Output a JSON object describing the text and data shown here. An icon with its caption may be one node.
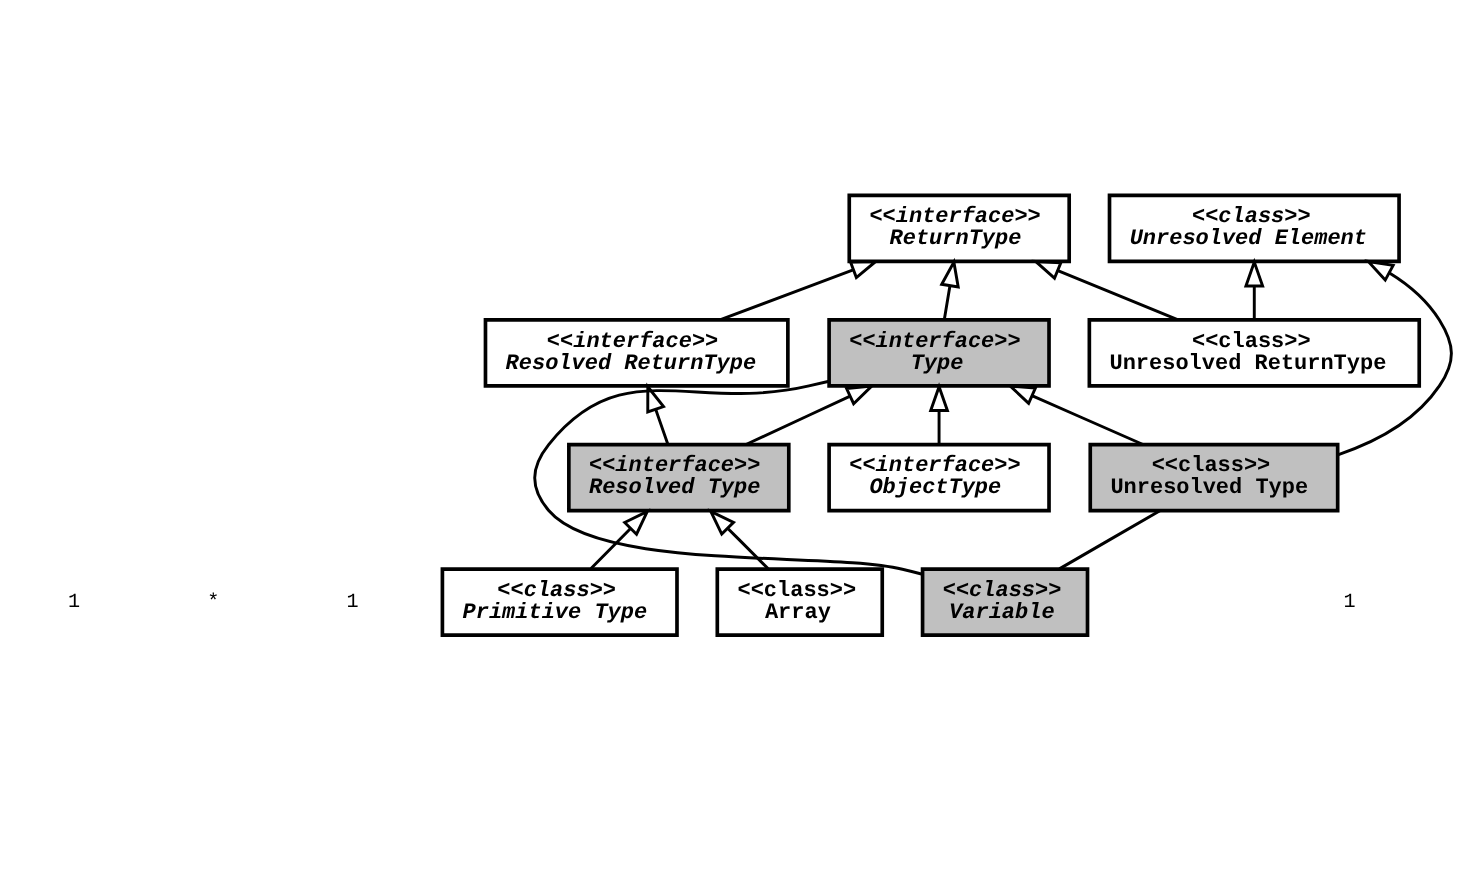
{
  "diagram": {
    "nodes": [
      {
        "text": [
          "<<interface>>",
          "ReturnType"
        ]
      },
      {
        "text": [
          "<<class>>",
          "Unresolved Element"
        ]
      },
      {
        "text": [
          "<<interface>>",
          "Resolved ReturnType"
        ]
      },
      {
        "text": [
          "<<interface>>",
          "Type"
        ]
      },
      {
        "text": [
          "<<class>>",
          "Unresolved ReturnType"
        ]
      },
      {
        "text": [
          "<<interface>>",
          "Resolved Type"
        ]
      },
      {
        "text": [
          "<<interface>>",
          "ObjectType"
        ]
      },
      {
        "text": [
          "<<class>>",
          "Unresolved Type"
        ]
      },
      {
        "text": [
          "<<class>>",
          "Primitive Type"
        ]
      },
      {
        "text": [
          "<<class>>",
          "Array"
        ]
      },
      {
        "text": [
          "<<class>>",
          "Variable"
        ]
      }
    ],
    "edges": [
      {
        "from": 2,
        "to": 0,
        "arrow": "to"
      },
      {
        "from": 3,
        "to": 0,
        "arrow": "to"
      },
      {
        "from": 4,
        "to": 0,
        "arrow": "to"
      },
      {
        "from": 4,
        "to": 1,
        "arrow": "to"
      },
      {
        "from": 5,
        "to": 2,
        "arrow": "to"
      },
      {
        "from": 5,
        "to": 3,
        "arrow": "to"
      },
      {
        "from": 6,
        "to": 3,
        "arrow": "to"
      },
      {
        "from": 7,
        "to": 3,
        "arrow": "to"
      },
      {
        "from": 7,
        "to": 1,
        "arrow": "to"
      },
      {
        "from": 8,
        "to": 5,
        "arrow": "to"
      },
      {
        "from": 9,
        "to": 5,
        "arrow": "to"
      },
      {
        "from": 3,
        "to": 10,
        "arrow": "none"
      },
      {
        "from": 7,
        "to": 10,
        "arrow": "none"
      }
    ],
    "labels": [
      "1",
      "1",
      "*",
      "1"
    ]
  }
}
